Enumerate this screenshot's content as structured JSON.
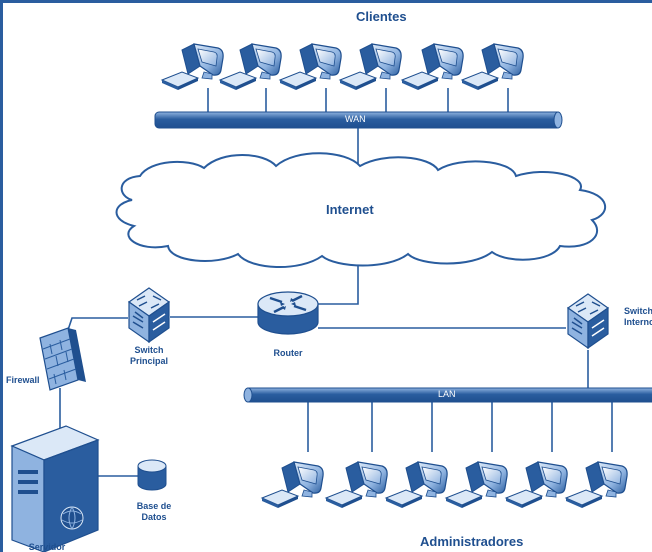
{
  "groups": {
    "clients": "Clientes",
    "admins": "Administradores"
  },
  "networks": {
    "wan": "WAN",
    "lan": "LAN",
    "internet": "Internet"
  },
  "devices": {
    "main_switch": [
      "Switch",
      "Principal"
    ],
    "router": "Router",
    "internal_switch": [
      "Switch",
      "Interno"
    ],
    "firewall": "Firewall",
    "server": "Servidor",
    "database": [
      "Base de",
      "Datos"
    ]
  },
  "colors": {
    "primary": "#2a5d9f",
    "dark": "#1f4f8f",
    "light": "#8fb3e0",
    "pale": "#dbe8f7",
    "background": "#ffffff"
  }
}
